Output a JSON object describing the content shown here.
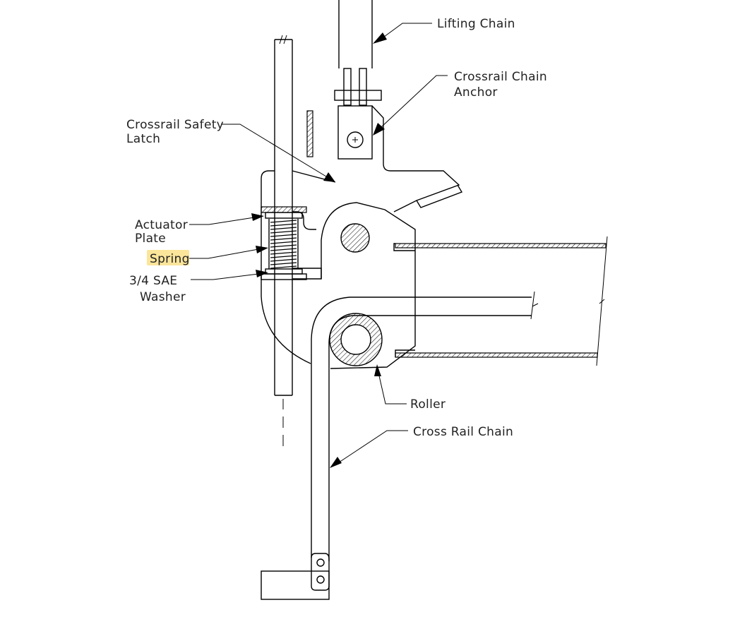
{
  "labels": {
    "lifting_chain": "Lifting  Chain",
    "crossrail_chain_anchor_1": "Crossrail  Chain",
    "crossrail_chain_anchor_2": "Anchor",
    "crossrail_safety_latch_1": "Crossrail Safety",
    "crossrail_safety_latch_2": "Latch",
    "actuator_plate_1": "Actuator",
    "actuator_plate_2": "Plate",
    "spring": "Spring",
    "washer_1": "3/4  SAE",
    "washer_2": "Washer",
    "roller": "Roller",
    "cross_rail_chain": "Cross  Rail  Chain"
  },
  "colors": {
    "highlight": "#fbe59a",
    "line": "#000000",
    "text": "#222222"
  },
  "highlighted_label": "spring"
}
